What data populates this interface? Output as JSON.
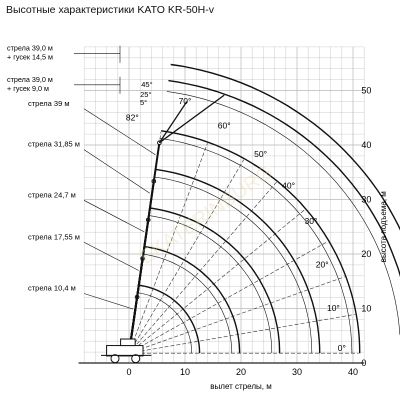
{
  "title": "Высотные характеристики KATO KR-50H-v",
  "x_axis": {
    "label": "вылет стрелы, м",
    "ticks": [
      "0",
      "10",
      "20",
      "30",
      "40"
    ]
  },
  "y_axis": {
    "label": "высота подъема, м",
    "ticks": [
      "0",
      "10",
      "20",
      "30",
      "40",
      "50"
    ]
  },
  "booms": [
    {
      "label": "стрела 10,4 м",
      "length": 10.4
    },
    {
      "label": "стрела 17,55 м",
      "length": 17.55
    },
    {
      "label": "стрела 24,7 м",
      "length": 24.7
    },
    {
      "label": "стрела 31,85 м",
      "length": 31.85
    },
    {
      "label": "стрела 39 м",
      "length": 39
    }
  ],
  "jibs": [
    {
      "label": [
        "стрела 39,0 м",
        "+ гусек 9,0 м"
      ]
    },
    {
      "label": [
        "стрела 39,0 м",
        "+ гусек 14,5 м"
      ]
    }
  ],
  "angles": [
    "0°",
    "10°",
    "20°",
    "30°",
    "40°",
    "50°",
    "60°",
    "70°",
    "82°"
  ],
  "jib_offset_angles": [
    "5°",
    "25°",
    "45°"
  ],
  "watermark": "EKATERINBURG"
}
